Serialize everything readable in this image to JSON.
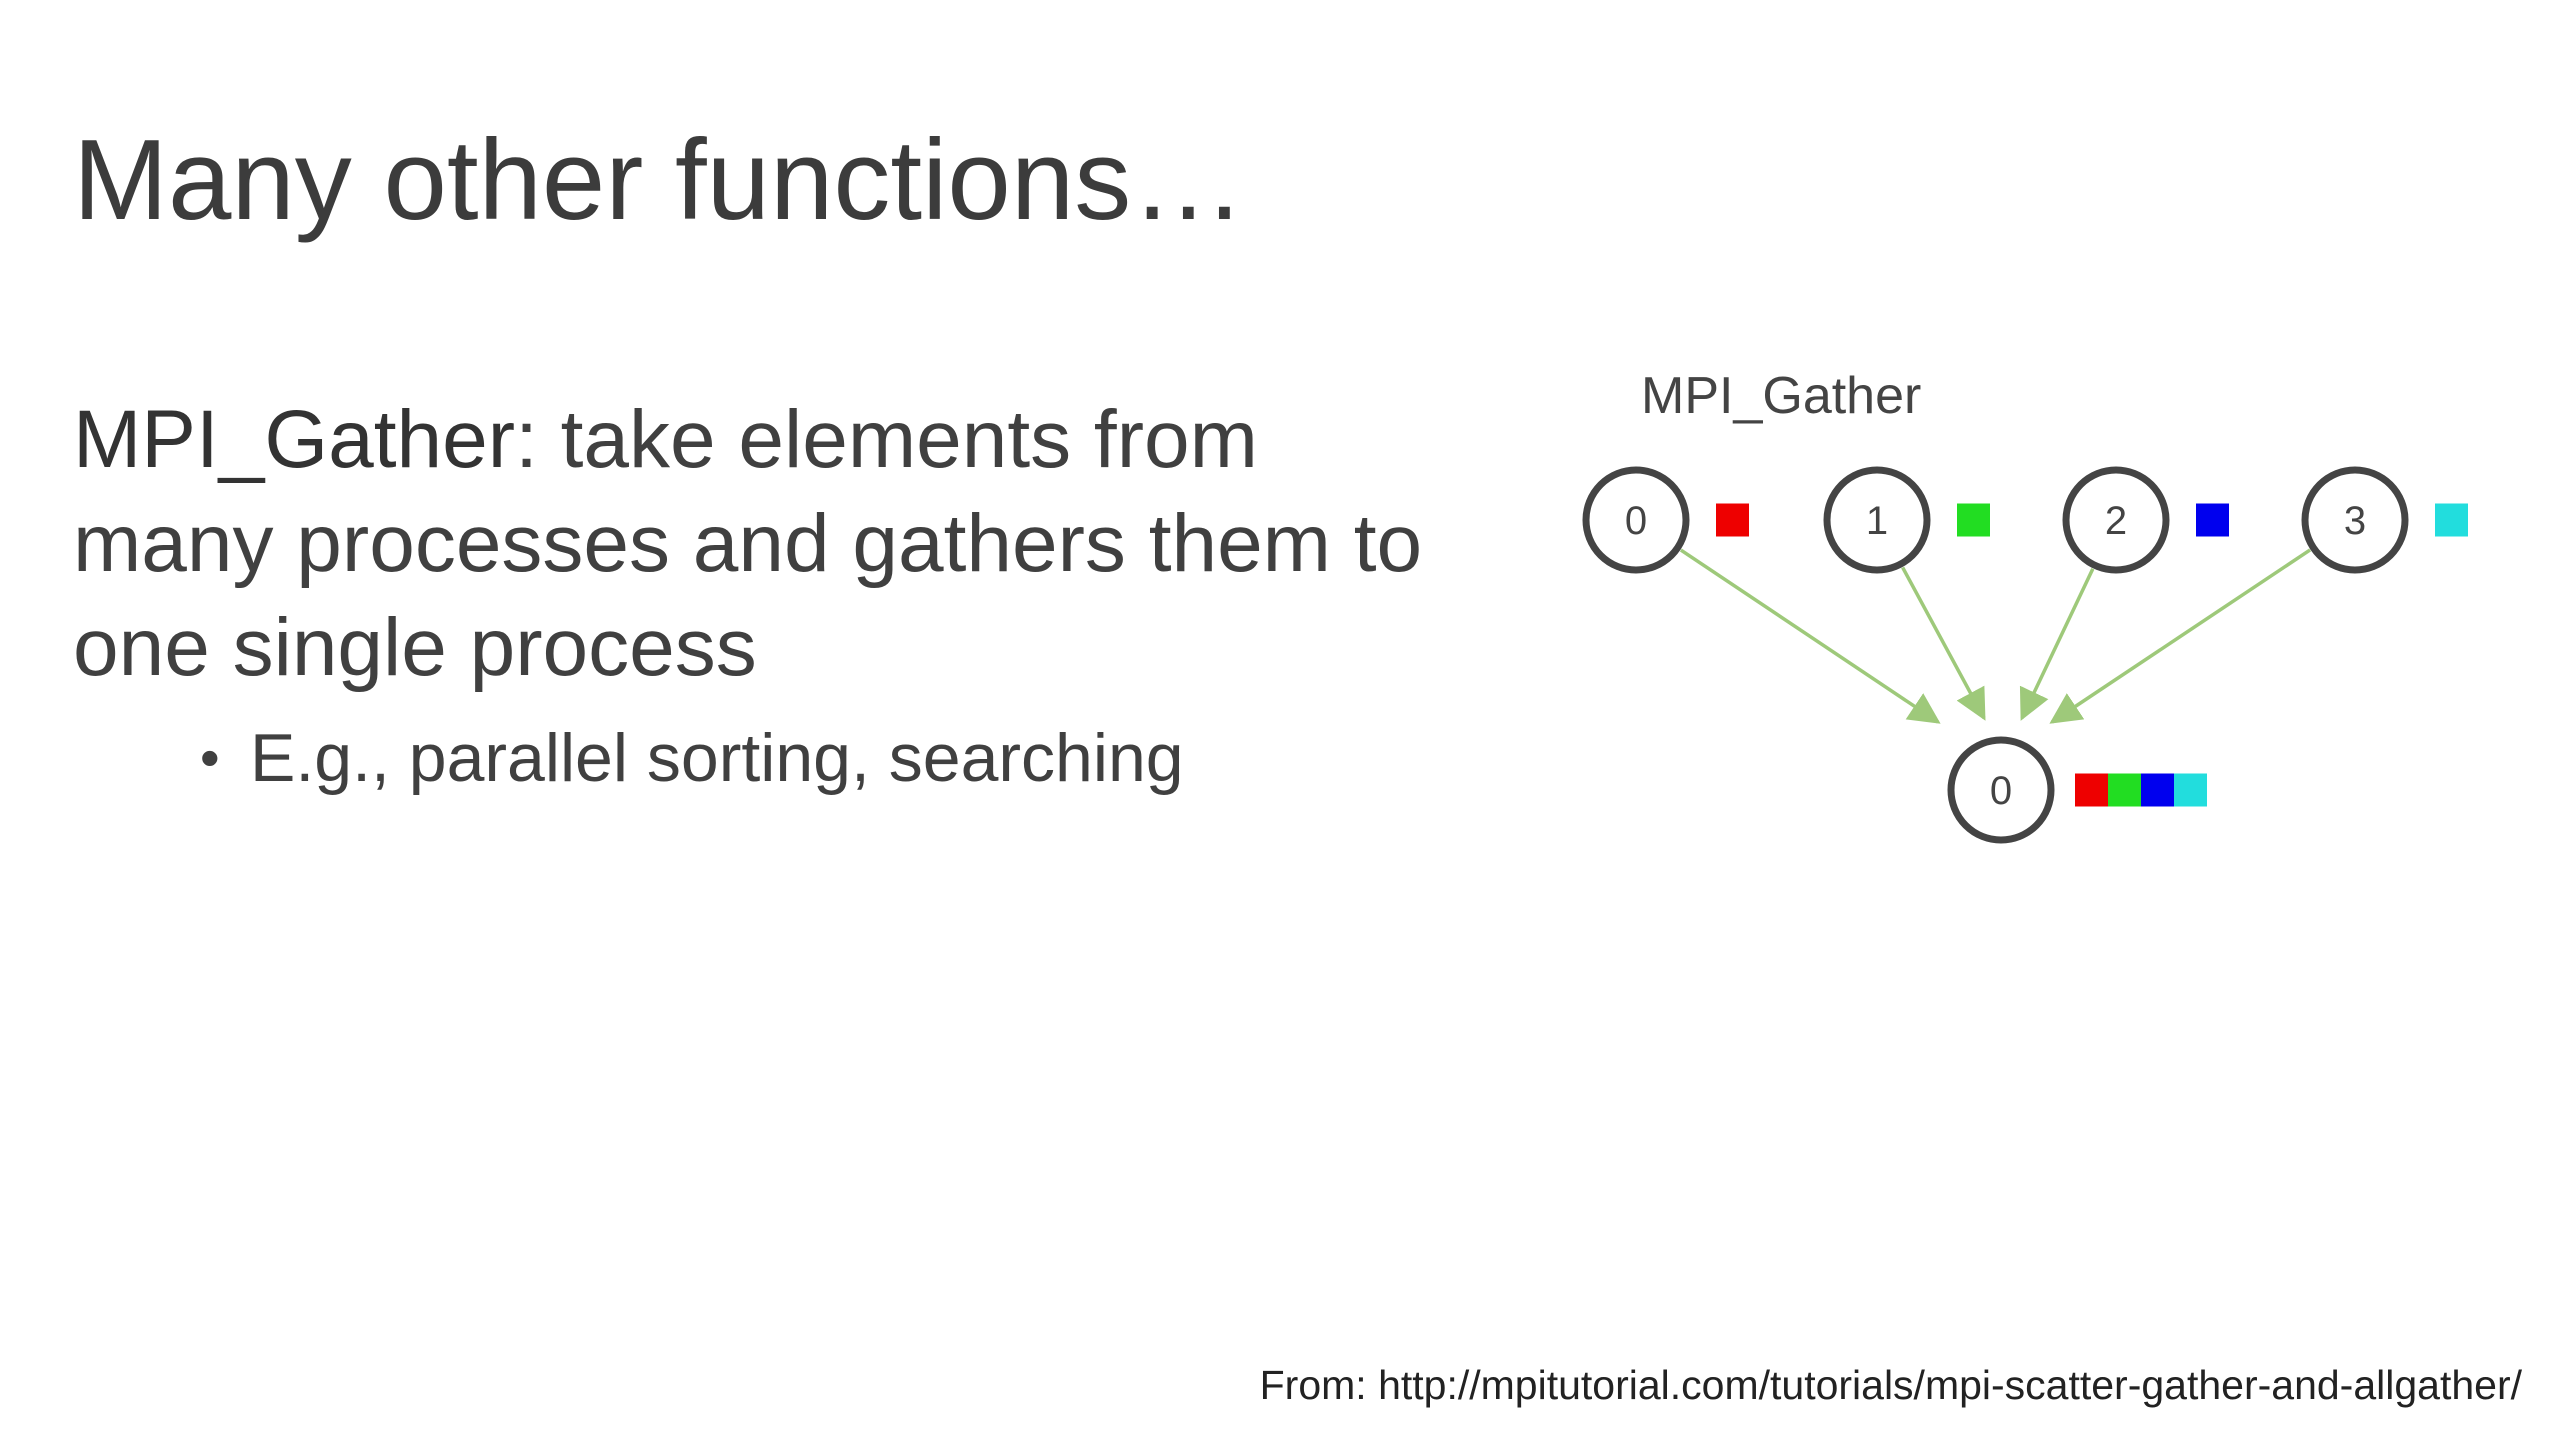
{
  "slide": {
    "title": "Many other functions…",
    "term": "MPI_Gather",
    "description": ": take elements from many processes and gathers them to one single process",
    "bullet": "E.g., parallel sorting, searching",
    "source": "From: http://mpitutorial.com/tutorials/mpi-scatter-gather-and-allgather/"
  },
  "diagram": {
    "title": "MPI_Gather",
    "sources": [
      {
        "label": "0",
        "color": "#ee0000"
      },
      {
        "label": "1",
        "color": "#22dd22"
      },
      {
        "label": "2",
        "color": "#0000ee"
      },
      {
        "label": "3",
        "color": "#22dddd"
      }
    ],
    "root": {
      "label": "0"
    },
    "arrow_color": "#9ec97a",
    "node_stroke": "#444444"
  }
}
